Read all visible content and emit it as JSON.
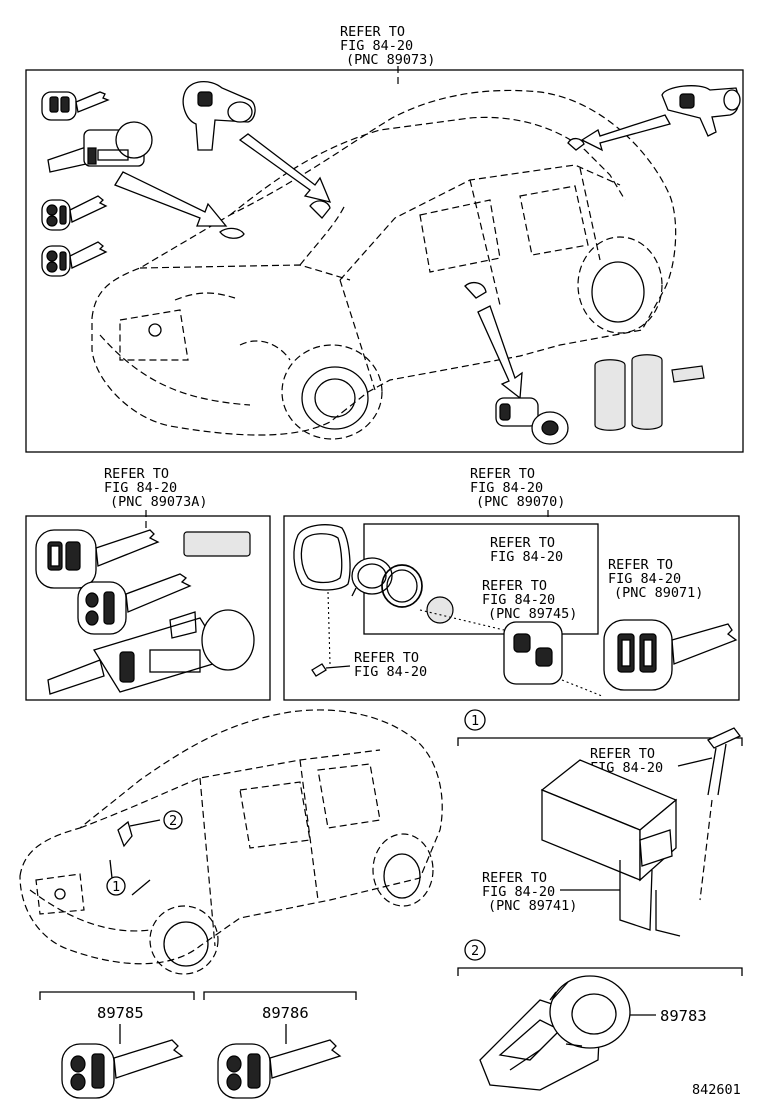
{
  "top_section": {
    "ref_title": [
      "REFER TO",
      "FIG 84-20",
      "(PNC 89073)"
    ]
  },
  "middle_left_section": {
    "ref": [
      "REFER TO",
      "FIG 84-20",
      "(PNC 89073A)"
    ]
  },
  "middle_right_section": {
    "ref_main": [
      "REFER TO",
      "FIG 84-20",
      "(PNC 89070)"
    ],
    "ref_inner_1": [
      "REFER TO",
      "FIG 84-20"
    ],
    "ref_inner_2": [
      "REFER TO",
      "FIG 84-20",
      "(PNC 89745)"
    ],
    "ref_side": [
      "REFER TO",
      "FIG 84-20",
      "(PNC 89071)"
    ],
    "ref_bottom": [
      "REFER TO",
      "FIG 84-20"
    ]
  },
  "bottom_section": {
    "callout_1": "1",
    "callout_2": "2",
    "detail_1_marker": "1",
    "detail_2_marker": "2",
    "detail_1_ref_bolt": [
      "REFER TO",
      "FIG 84-20"
    ],
    "detail_1_ref_module": [
      "REFER TO",
      "FIG 84-20",
      "(PNC 89741)"
    ],
    "part_numbers": {
      "key_left": "89785",
      "key_right": "89786",
      "coil": "89783"
    },
    "diagram_code": "842601"
  }
}
